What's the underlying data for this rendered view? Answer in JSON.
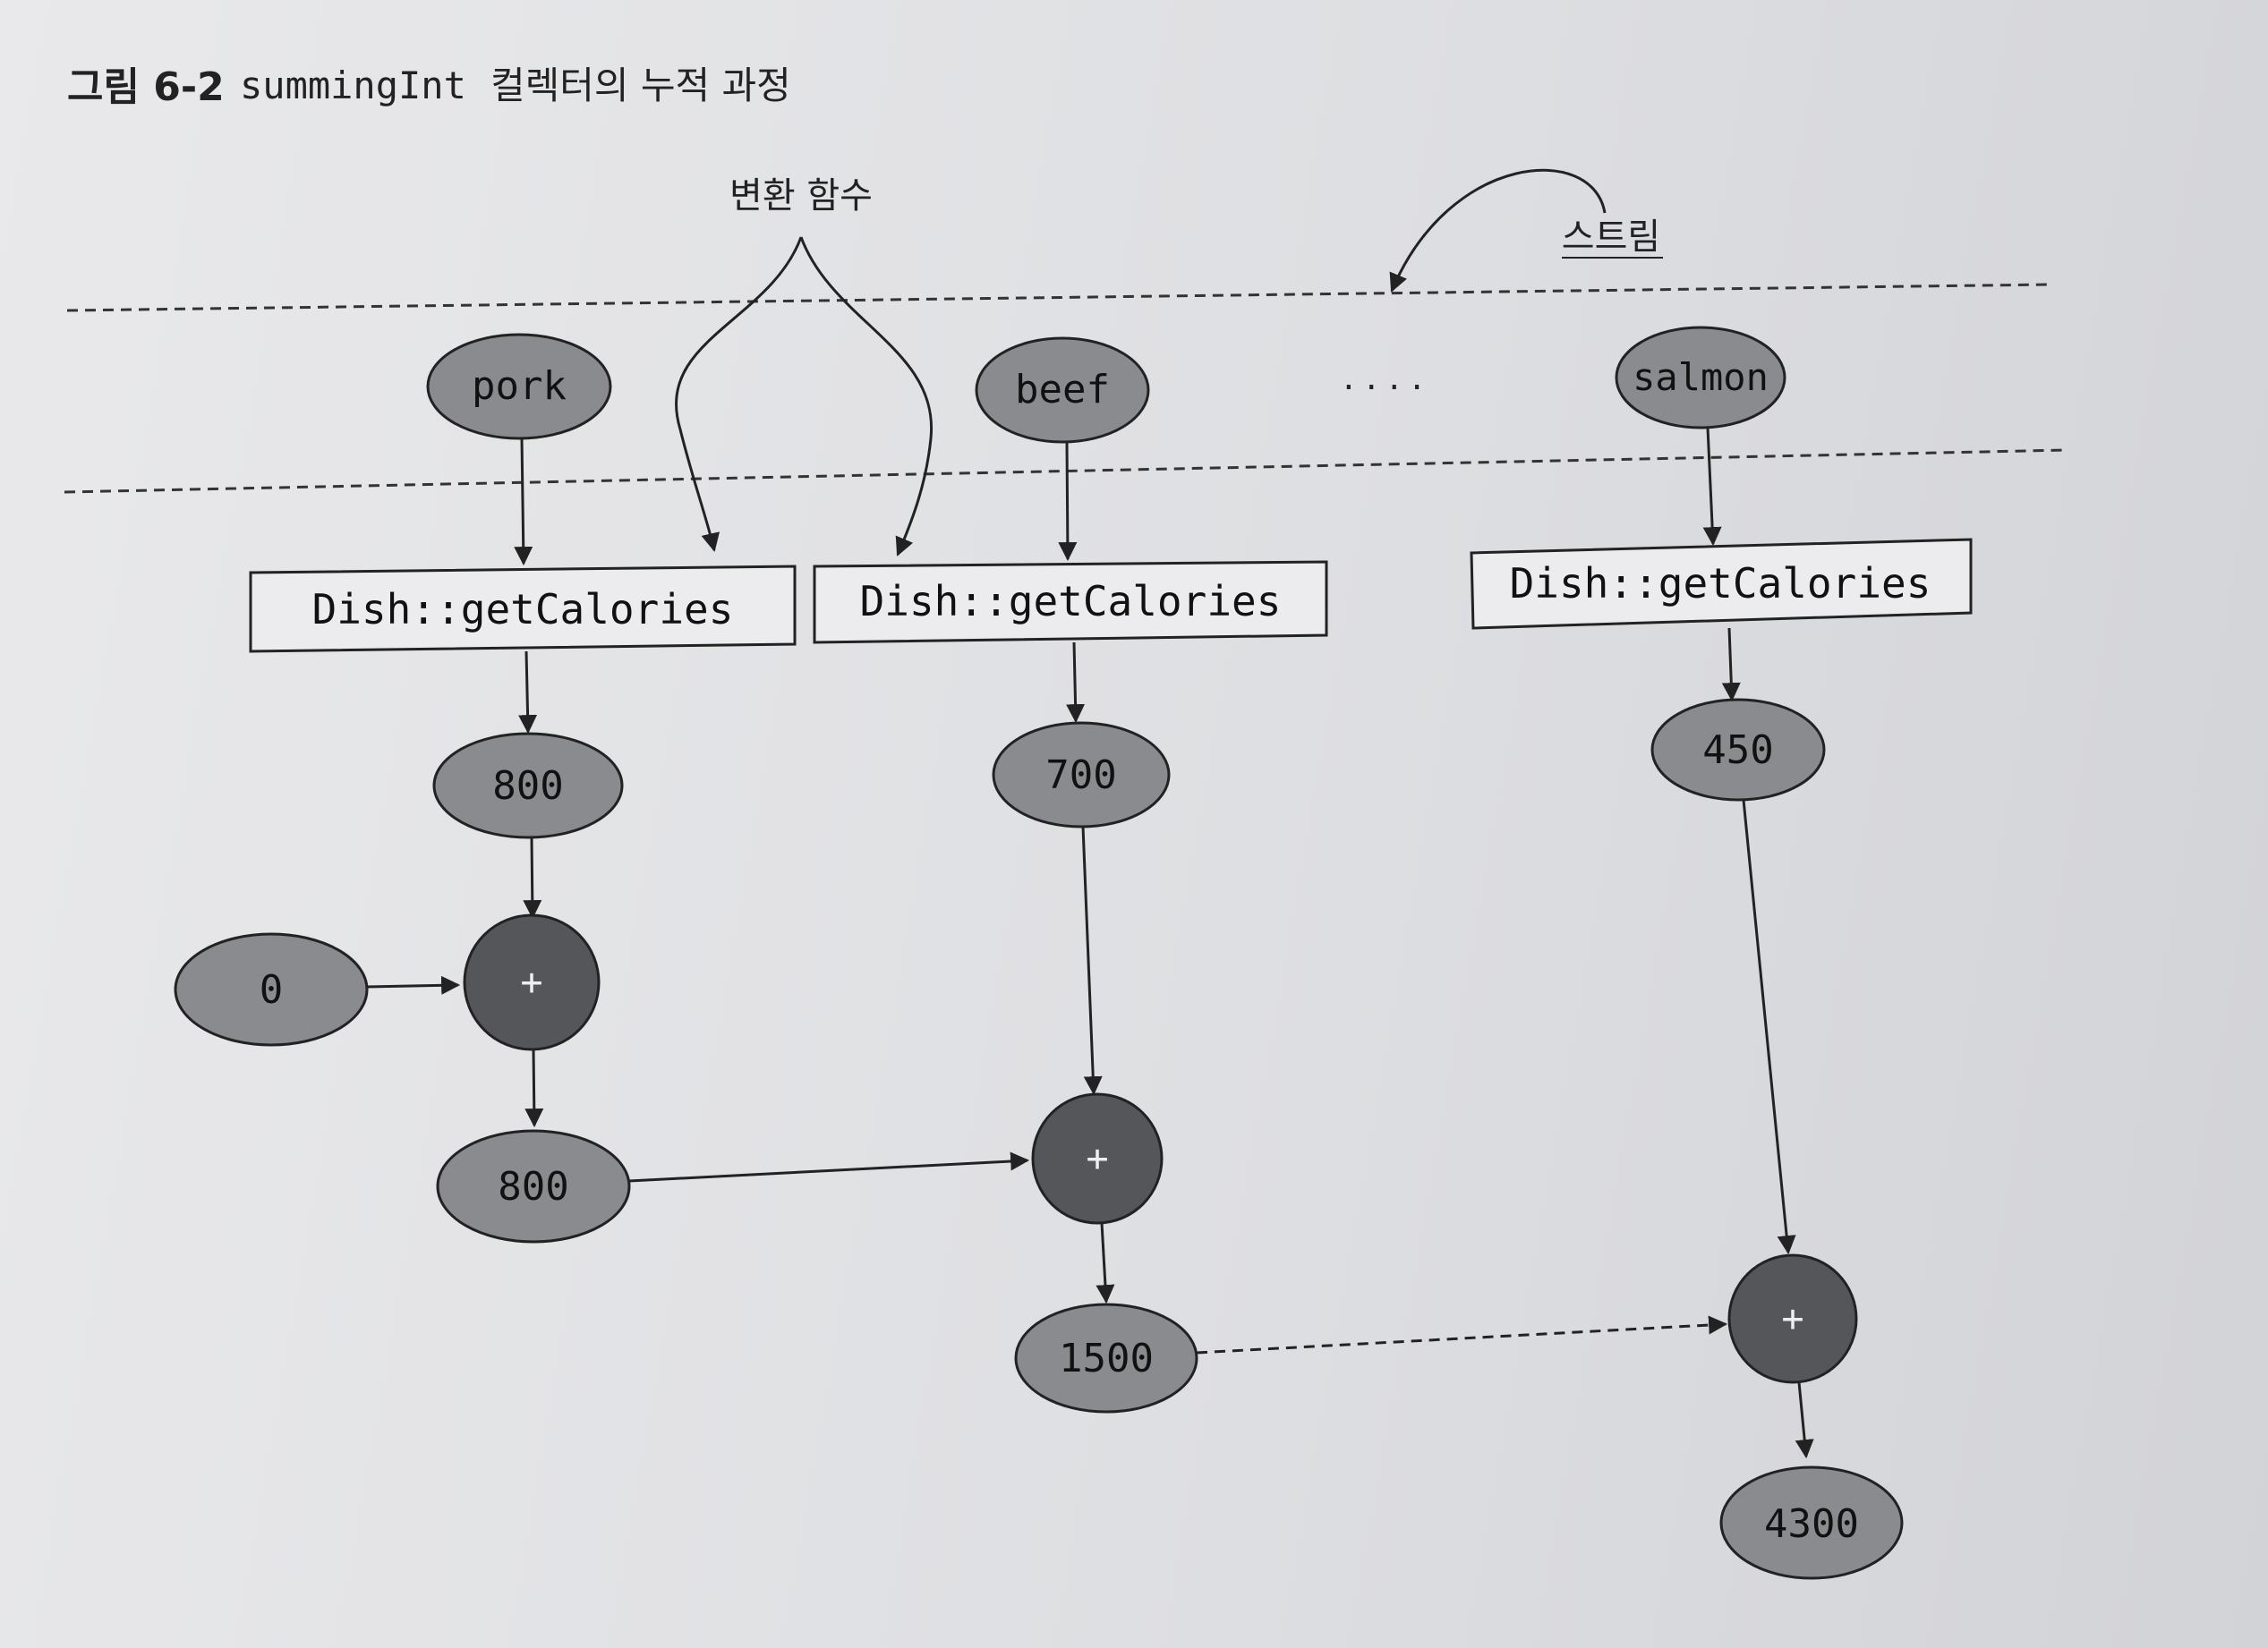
{
  "figure": {
    "caption_label": "그림 6-2",
    "caption_code": "summingInt",
    "caption_text": "컬렉터의 누적 과정"
  },
  "labels": {
    "transform_function": "변환 함수",
    "stream": "스트림",
    "ellipsis": ". . . ."
  },
  "stream_items": [
    "pork",
    "beef",
    "salmon"
  ],
  "function_boxes": [
    "Dish::getCalories",
    "Dish::getCalories",
    "Dish::getCalories"
  ],
  "mapped_values": [
    "800",
    "700",
    "450"
  ],
  "initial_value": "0",
  "operator": "+",
  "partial_sums": [
    "800",
    "1500",
    "4300"
  ],
  "colors": {
    "ink": "#222222",
    "node_light": "#8a8b8f",
    "node_dark": "#55565a",
    "box_fill": "#ececee"
  }
}
